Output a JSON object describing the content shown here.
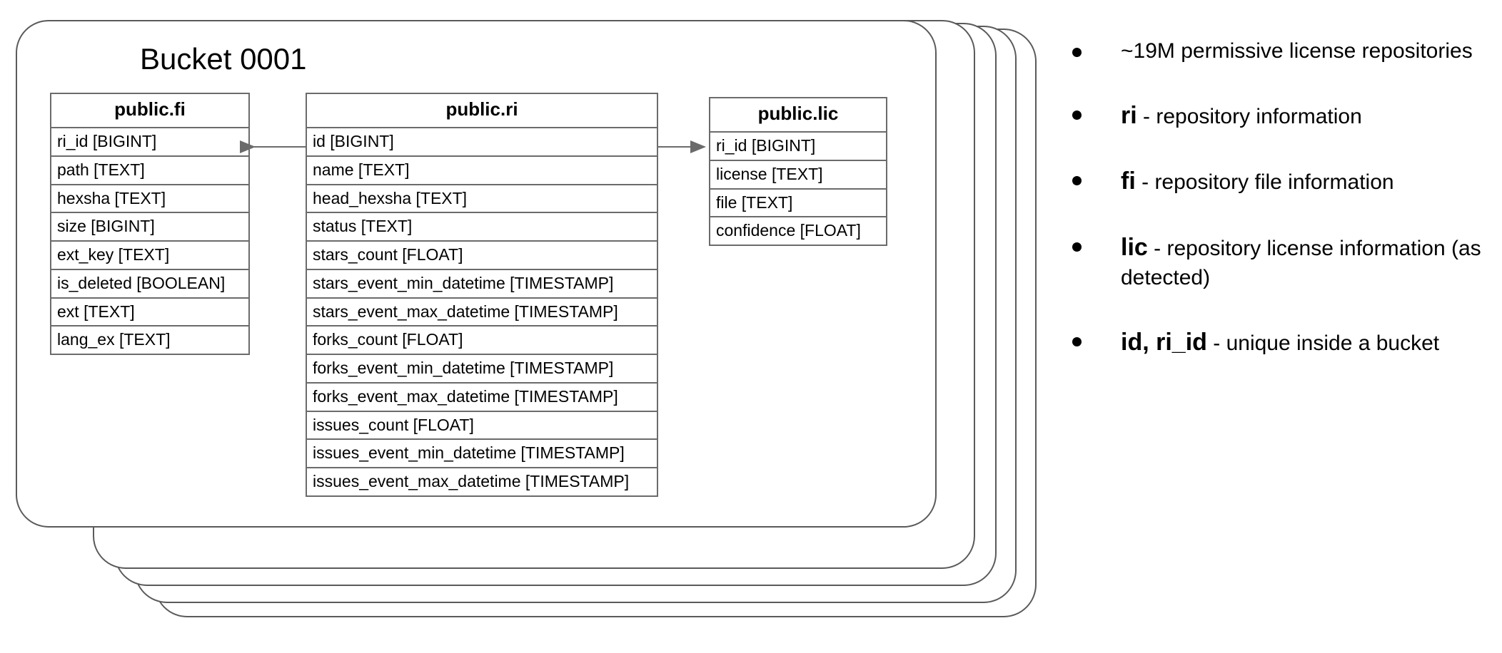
{
  "diagram": {
    "bucket_title": "Bucket 0001",
    "tables": [
      {
        "id": "fi",
        "title": "public.fi",
        "columns": [
          "ri_id [BIGINT]",
          "path [TEXT]",
          "hexsha [TEXT]",
          "size [BIGINT]",
          "ext_key [TEXT]",
          "is_deleted [BOOLEAN]",
          "ext [TEXT]",
          "lang_ex [TEXT]"
        ]
      },
      {
        "id": "ri",
        "title": "public.ri",
        "columns": [
          "id [BIGINT]",
          "name [TEXT]",
          "head_hexsha [TEXT]",
          "status [TEXT]",
          "stars_count [FLOAT]",
          "stars_event_min_datetime [TIMESTAMP]",
          "stars_event_max_datetime [TIMESTAMP]",
          "forks_count [FLOAT]",
          "forks_event_min_datetime [TIMESTAMP]",
          "forks_event_max_datetime [TIMESTAMP]",
          "issues_count [FLOAT]",
          "issues_event_min_datetime [TIMESTAMP]",
          "issues_event_max_datetime [TIMESTAMP]"
        ]
      },
      {
        "id": "lic",
        "title": "public.lic",
        "columns": [
          "ri_id [BIGINT]",
          "license [TEXT]",
          "file [TEXT]",
          "confidence [FLOAT]"
        ]
      }
    ],
    "relations": [
      {
        "from": "ri.id",
        "to": "fi.ri_id",
        "direction": "left"
      },
      {
        "from": "ri.id",
        "to": "lic.ri_id",
        "direction": "right"
      }
    ]
  },
  "notes": {
    "items": [
      {
        "strong": "",
        "rest": "~19M permissive license repositories"
      },
      {
        "strong": "ri",
        "rest": " - repository information"
      },
      {
        "strong": "fi",
        "rest": "  - repository file information"
      },
      {
        "strong": "lic",
        "rest": " - repository license information (as detected)"
      },
      {
        "strong": "id, ri_id",
        "rest": " - unique inside a bucket"
      }
    ]
  },
  "colors": {
    "card_border": "#5a5a5a",
    "table_border": "#6b6b6b",
    "text": "#000000",
    "background": "#ffffff"
  }
}
